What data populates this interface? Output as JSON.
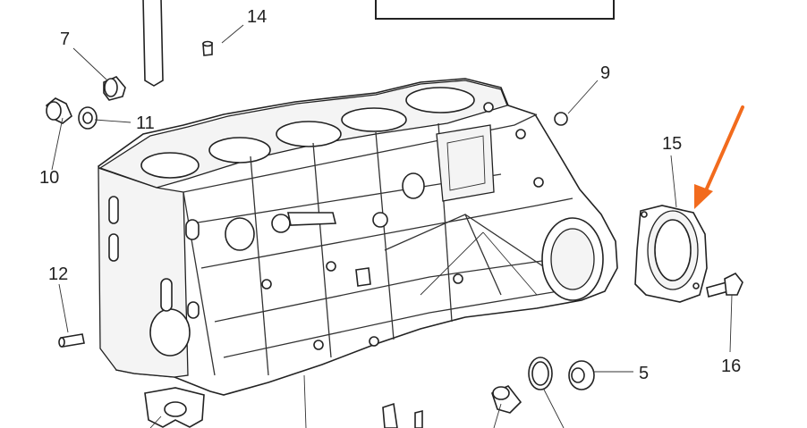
{
  "diagram": {
    "callouts": {
      "c5": "5",
      "c7": "7",
      "c9": "9",
      "c10": "10",
      "c11": "11",
      "c12": "12",
      "c14": "14",
      "c15": "15",
      "c16": "16"
    },
    "colors": {
      "line": "#333333",
      "highlight_arrow": "#f26b1d",
      "background": "#ffffff"
    }
  }
}
